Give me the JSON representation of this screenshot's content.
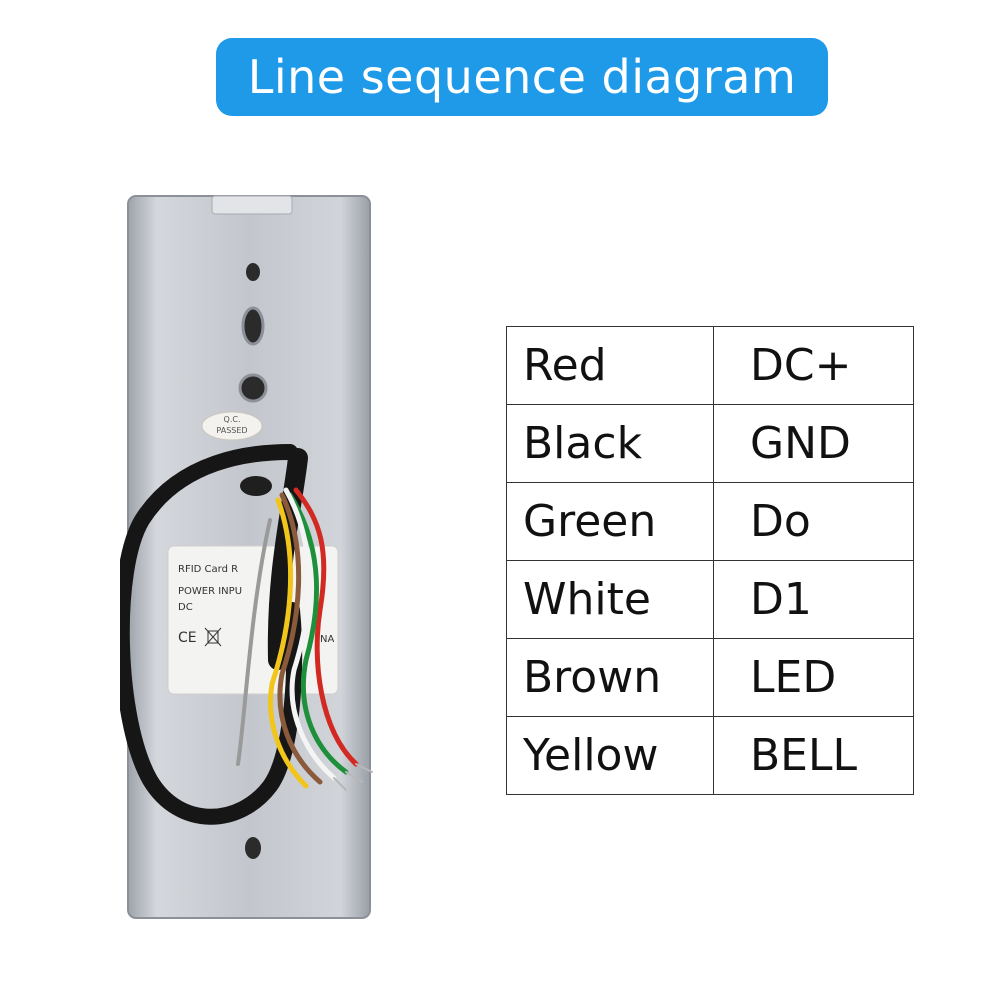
{
  "header": {
    "title": "Line sequence diagram"
  },
  "device": {
    "qc_sticker": [
      "Q.C.",
      "PASSED"
    ],
    "label_lines": [
      "RFID Card R",
      "POWER INPU",
      "DC",
      "CE",
      "NA"
    ]
  },
  "wiring": {
    "rows": [
      {
        "wire": "Red",
        "signal": "DC+"
      },
      {
        "wire": "Black",
        "signal": "GND"
      },
      {
        "wire": "Green",
        "signal": "Do"
      },
      {
        "wire": "White",
        "signal": "D1"
      },
      {
        "wire": "Brown",
        "signal": "LED"
      },
      {
        "wire": "Yellow",
        "signal": "BELL"
      }
    ]
  },
  "colors": {
    "title_background": "#1e9ae8",
    "title_text": "#ffffff",
    "table_border": "#333333",
    "panel_metal": "#c9ccd2",
    "cable_black": "#161616",
    "wire_red": "#d22a22",
    "wire_green": "#1e8f3a",
    "wire_white": "#f4f4f4",
    "wire_brown": "#8a5a3a",
    "wire_yellow": "#f2c51a"
  }
}
